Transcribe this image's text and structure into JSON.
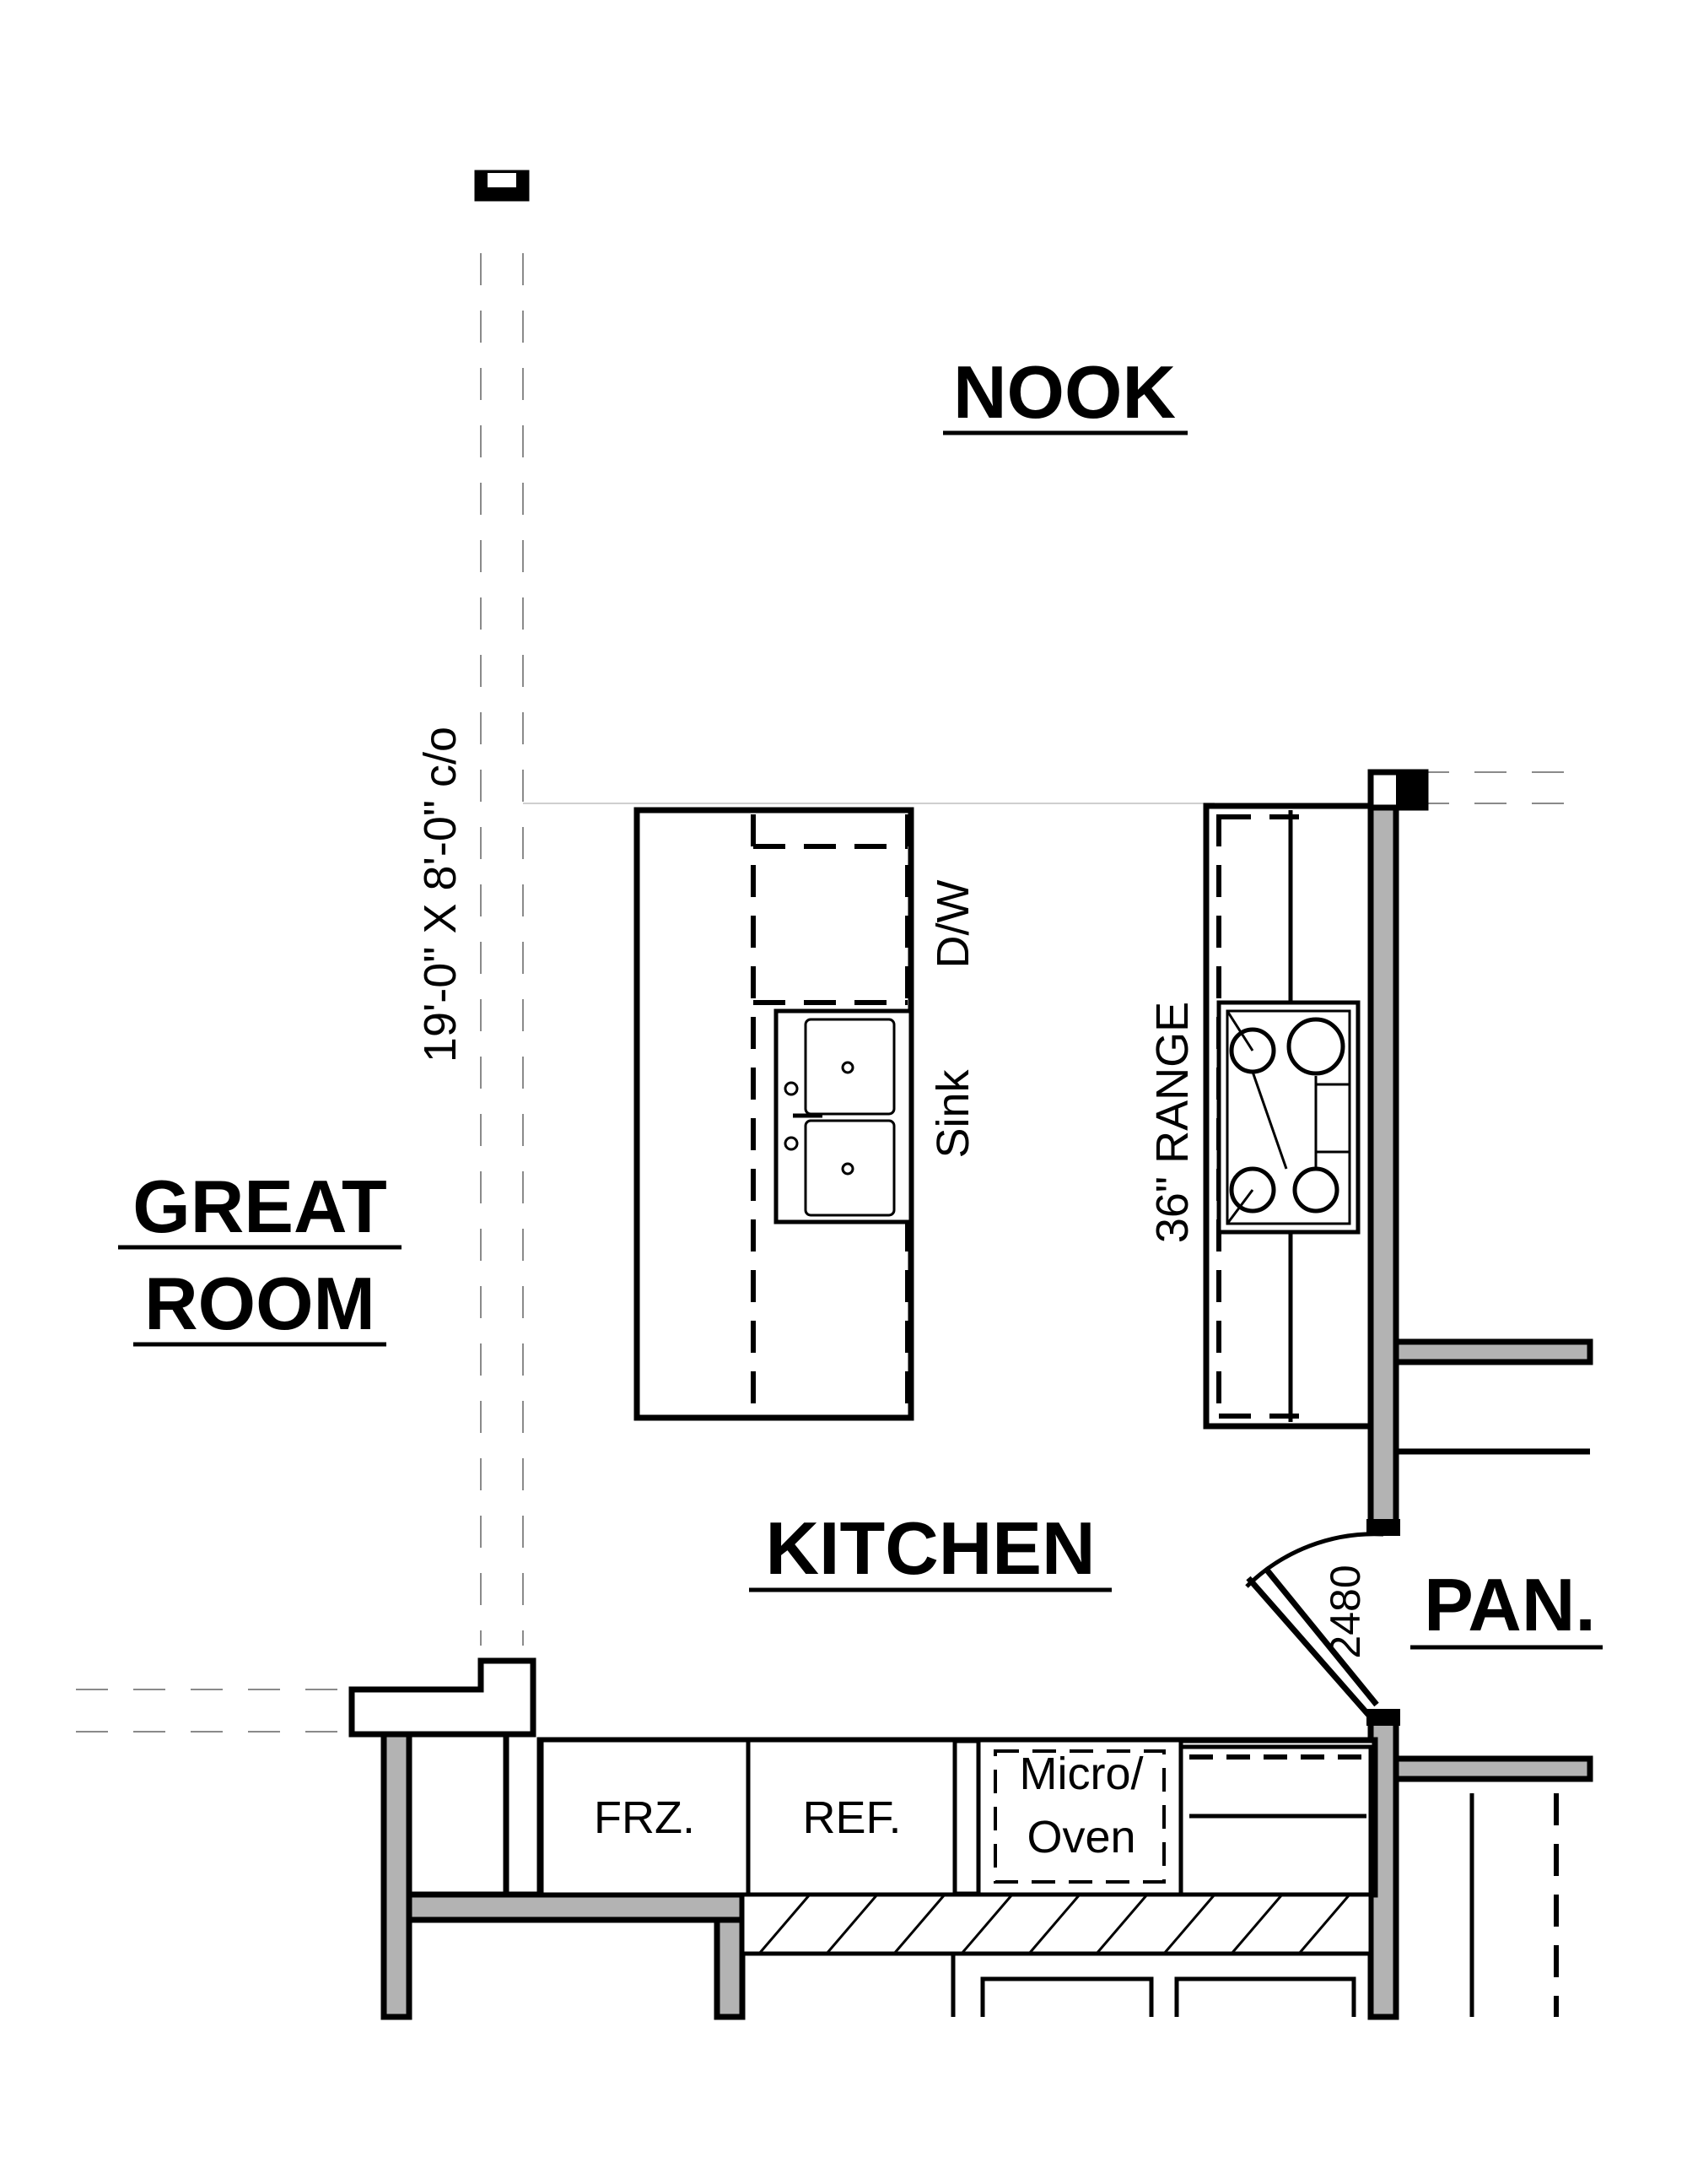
{
  "rooms": {
    "nook": "NOOK",
    "great_room_line1": "GREAT",
    "great_room_line2": "ROOM",
    "kitchen": "KITCHEN",
    "pantry": "PAN."
  },
  "annotations": {
    "ceiling": "19'-0\" X 8'-0\" c/o",
    "dishwasher": "D/W",
    "sink": "Sink",
    "range": "36\" RANGE",
    "door": "2480"
  },
  "appliances": {
    "freezer": "FRZ.",
    "refrigerator": "REF.",
    "micro_line1": "Micro/",
    "micro_line2": "Oven"
  }
}
